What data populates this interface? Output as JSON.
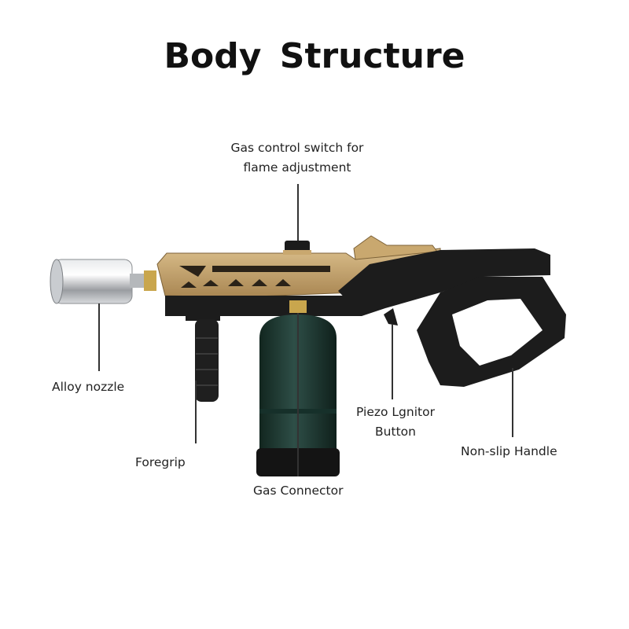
{
  "title": "Body  Structure",
  "labels": {
    "gas_control_line1": "Gas control switch for",
    "gas_control_line2": "flame adjustment",
    "alloy_nozzle": "Alloy nozzle",
    "foregrip": "Foregrip",
    "gas_connector": "Gas Connector",
    "piezo_line1": "Piezo Lgnitor",
    "piezo_line2": "Button",
    "handle": "Non-slip Handle"
  },
  "colors": {
    "body_gold": "#c4a26e",
    "body_black": "#1c1c1c",
    "canister": "#1f3b36",
    "nozzle_silver": "#b9bcc0"
  }
}
